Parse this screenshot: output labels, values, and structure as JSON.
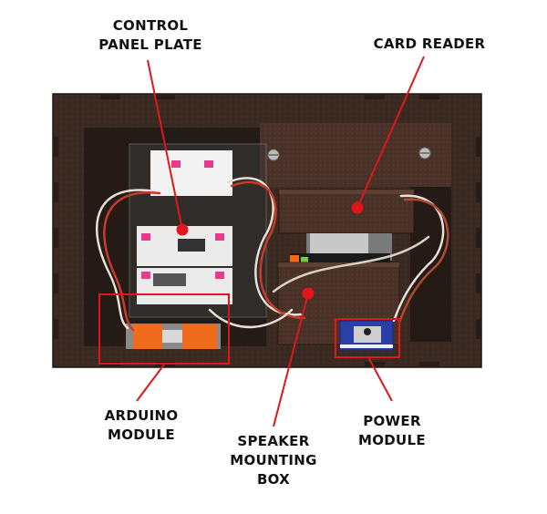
{
  "labels": {
    "control_panel": [
      "CONTROL",
      "PANEL PLATE"
    ],
    "card_reader": [
      "CARD READER"
    ],
    "arduino": [
      "ARDUINO",
      "MODULE"
    ],
    "speaker": [
      "SPEAKER",
      "MOUNTING",
      "BOX"
    ],
    "power": [
      "POWER",
      "MODULE"
    ]
  },
  "colors": {
    "background": "#ffffff",
    "annotation_red": "#e0161d",
    "enclosure_wood": "#3a2a22",
    "enclosure_inner": "#2a1e19",
    "mdf_panel": "#4a3229",
    "module_orange": "#f26a1b",
    "power_blue": "#2a3fa8",
    "label_text": "#111111"
  }
}
